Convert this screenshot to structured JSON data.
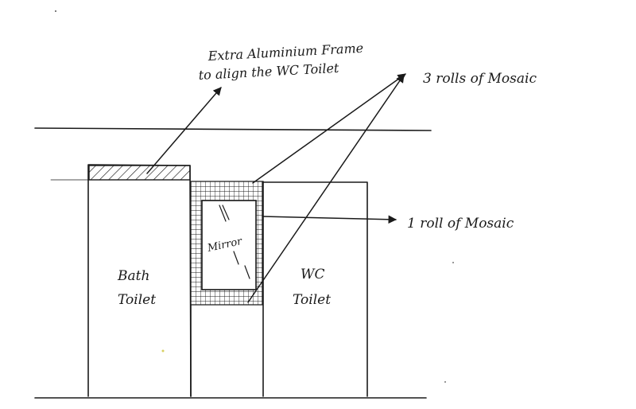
{
  "annotations": {
    "frame_line1": "Extra Aluminium Frame",
    "frame_line2": "to align the WC Toilet",
    "mosaic_3_rolls": "3 rolls of Mosaic",
    "mosaic_1_roll": "1 roll of Mosaic"
  },
  "labels": {
    "bath_line1": "Bath",
    "bath_line2": "Toilet",
    "wc_line1": "WC",
    "wc_line2": "Toilet",
    "mirror": "Mirror"
  },
  "colors": {
    "ink": "#1a1a1a",
    "paper": "#ffffff"
  }
}
